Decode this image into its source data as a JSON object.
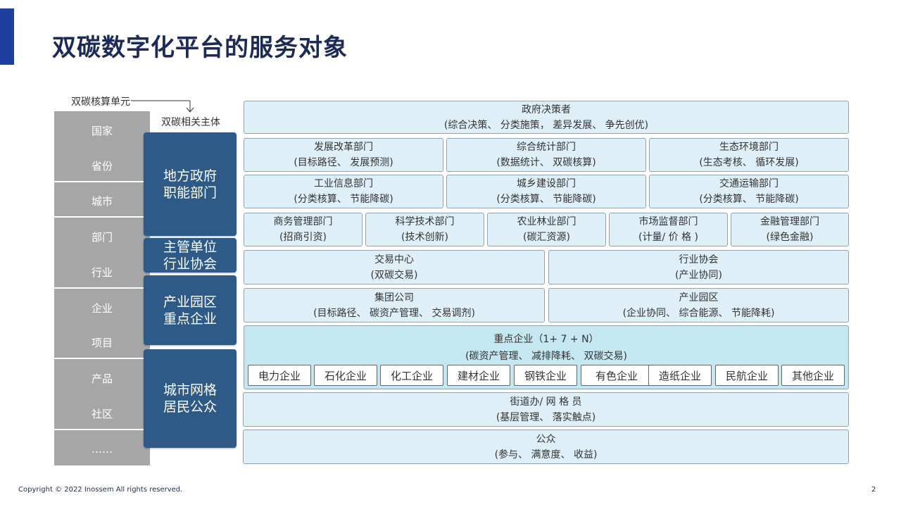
{
  "title": "双碳数字化平台的服务对象",
  "labels": {
    "accounting_unit": "双碳核算单元",
    "related_subject": "双碳相关主体"
  },
  "units": [
    "国家",
    "省份",
    "城市",
    "部门",
    "行业",
    "企业",
    "项目",
    "产品",
    "社区",
    "……"
  ],
  "subjects": [
    {
      "line1": "地方政府",
      "line2": "职能部门"
    },
    {
      "line1": "主管单位",
      "line2": "行业协会"
    },
    {
      "line1": "产业园区",
      "line2": "重点企业"
    },
    {
      "line1": "城市网格",
      "line2": "居民公众"
    }
  ],
  "gov": {
    "title": "政府决策者",
    "sub": "(综合决策、 分类施策， 差异发展、 争先创优)"
  },
  "row1": [
    {
      "title": "发展改革部门",
      "sub": "(目标路径、 发展预测)"
    },
    {
      "title": "综合统计部门",
      "sub": "(数据统计、 双碳核算)"
    },
    {
      "title": "生态环境部门",
      "sub": "(生态考核、 循环发展)"
    }
  ],
  "row2": [
    {
      "title": "工业信息部门",
      "sub": "(分类核算、 节能降碳)"
    },
    {
      "title": "城乡建设部门",
      "sub": "(分类核算、 节能降碳)"
    },
    {
      "title": "交通运输部门",
      "sub": "(分类核算、 节能降碳)"
    }
  ],
  "row3": [
    {
      "title": "商务管理部门",
      "sub": "(招商引资)"
    },
    {
      "title": "科学技术部门",
      "sub": "(技术创新)"
    },
    {
      "title": "农业林业部门",
      "sub": "(碳汇资源)"
    },
    {
      "title": "市场监督部门",
      "sub": "(计量/ 价 格 )"
    },
    {
      "title": "金融管理部门",
      "sub": "(绿色金融)"
    }
  ],
  "row4": [
    {
      "title": "交易中心",
      "sub": "(双碳交易)"
    },
    {
      "title": "行业协会",
      "sub": "(产业协同)"
    }
  ],
  "row5": [
    {
      "title": "集团公司",
      "sub": "(目标路径、 碳资产管理、 交易调剂)"
    },
    {
      "title": "产业园区",
      "sub": "(企业协同、 综合能源、 节能降耗)"
    }
  ],
  "key": {
    "title": "重点企业（1+ 7 + N）",
    "sub": "(碳资产管理、 减排降耗、 双碳交易)",
    "industries": [
      "电力企业",
      "石化企业",
      "化工企业",
      "建材企业",
      "钢铁企业",
      "有色企业",
      "造纸企业",
      "民航企业",
      "其他企业"
    ]
  },
  "street": {
    "title": "街道办/ 网 格 员",
    "sub": "(基层管理、 落实触点)"
  },
  "public": {
    "title": "公众",
    "sub": "(参与、 满意度、 收益)"
  },
  "footer": {
    "copyright": "Copyright © 2022 Inossem  All rights reserved.",
    "page": "2"
  }
}
